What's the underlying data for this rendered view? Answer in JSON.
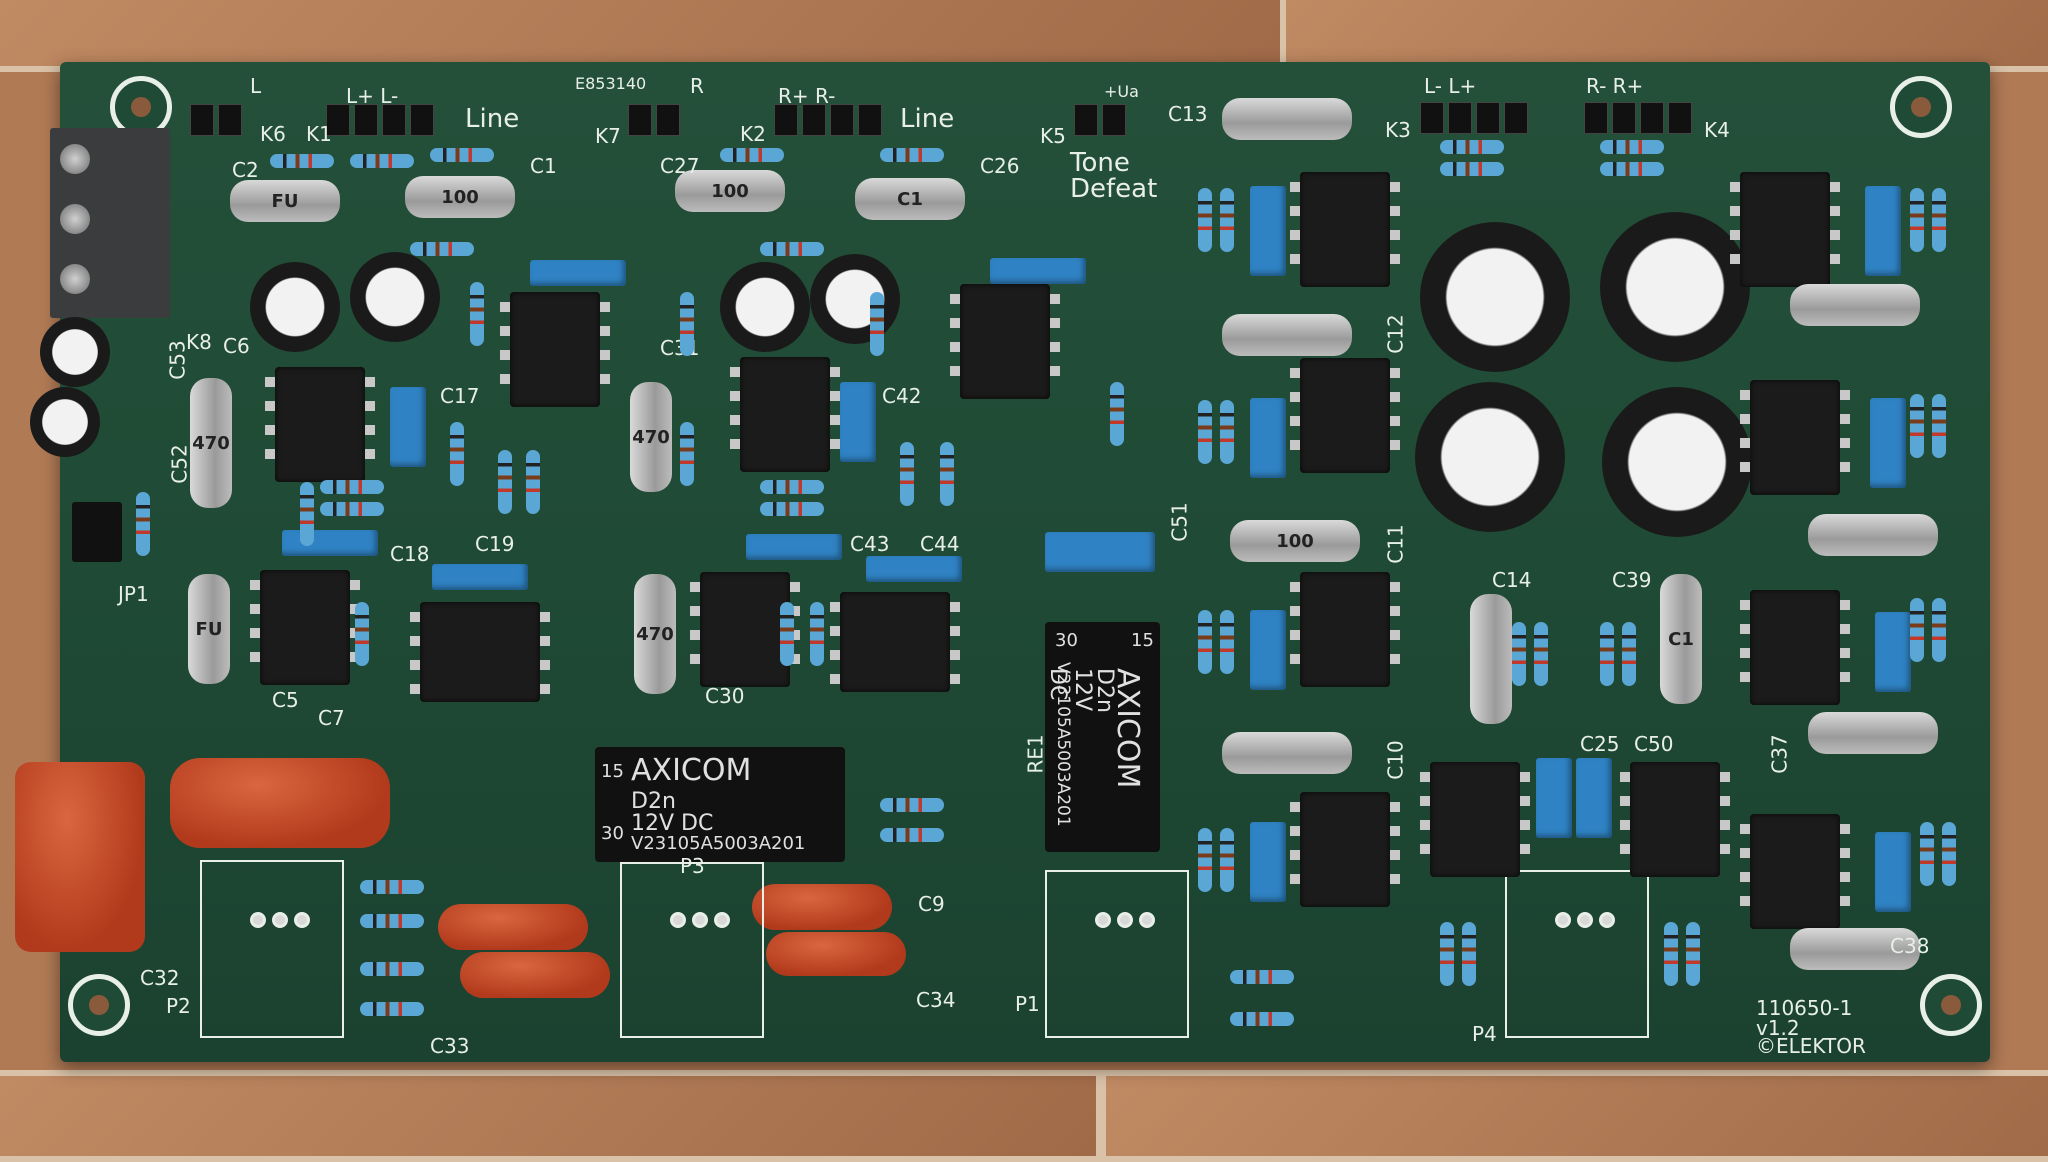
{
  "board": {
    "title": "110650-1",
    "version": "v1.2",
    "maker": "©ELEKTOR",
    "code": "E853140"
  },
  "connectors": {
    "k1": "K1",
    "k2": "K2",
    "k3": "K3",
    "k4": "K4",
    "k5": "K5",
    "k6": "K6",
    "k7": "K7",
    "k8": "K8",
    "line_left": "Line",
    "line_right": "Line",
    "k1_pins": "L+ L-",
    "k2_pins": "R+ R-",
    "k3_pins": "L- L+",
    "k4_pins": "R- R+",
    "k6_pin": "L",
    "k7_pin": "R",
    "k5_pin": "+Ua",
    "tone_defeat": "Tone\nDefeat",
    "jp1": "JP1",
    "p1": "P1",
    "p2": "P2",
    "p3": "P3",
    "p4": "P4",
    "re1": "RE1"
  },
  "relays": {
    "r1": {
      "brand": "AXICOM",
      "model": "D2n",
      "voltage": "12V DC",
      "part": "V23105A5003A201",
      "pin15": "15",
      "pin30": "30"
    },
    "r2": {
      "brand": "AXICOM",
      "model": "D2n",
      "voltage": "12V DC",
      "part": "V23105A5003A201",
      "pin15": "15",
      "pin30": "30"
    }
  },
  "caps": {
    "c1": "C1",
    "c2": "C2",
    "c5": "C5",
    "c6": "C6",
    "c7": "C7",
    "c9": "C9",
    "c10": "C10",
    "c11": "C11",
    "c12": "C12",
    "c13": "C13",
    "c14": "C14",
    "c17": "C17",
    "c18": "C18",
    "c19": "C19",
    "c25": "C25",
    "c26": "C26",
    "c27": "C27",
    "c30": "C30",
    "c31": "C31",
    "c32": "C32",
    "c33": "C33",
    "c34": "C34",
    "c37": "C37",
    "c38": "C38",
    "c39": "C39",
    "c42": "C42",
    "c43": "C43",
    "c44": "C44",
    "c50": "C50",
    "c51": "C51",
    "c52": "C52",
    "c53": "C53"
  },
  "markings": {
    "cap_470": "470",
    "cap_100": "100",
    "cap_fu": "FU",
    "cap_cu": "C1"
  }
}
